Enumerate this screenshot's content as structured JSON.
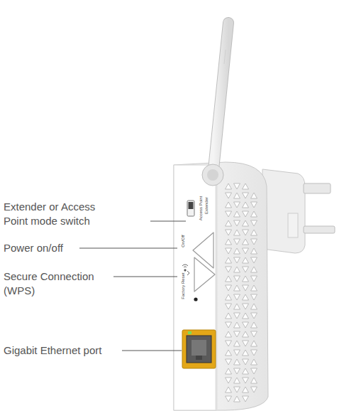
{
  "diagram": {
    "labels": [
      "Extender or Access Point mode switch",
      "Power on/off",
      "Secure Connection (WPS)",
      "Gigabit Ethernet port",
      "Access Point",
      "Extender",
      "On/Off",
      "Factory Reset"
    ]
  }
}
